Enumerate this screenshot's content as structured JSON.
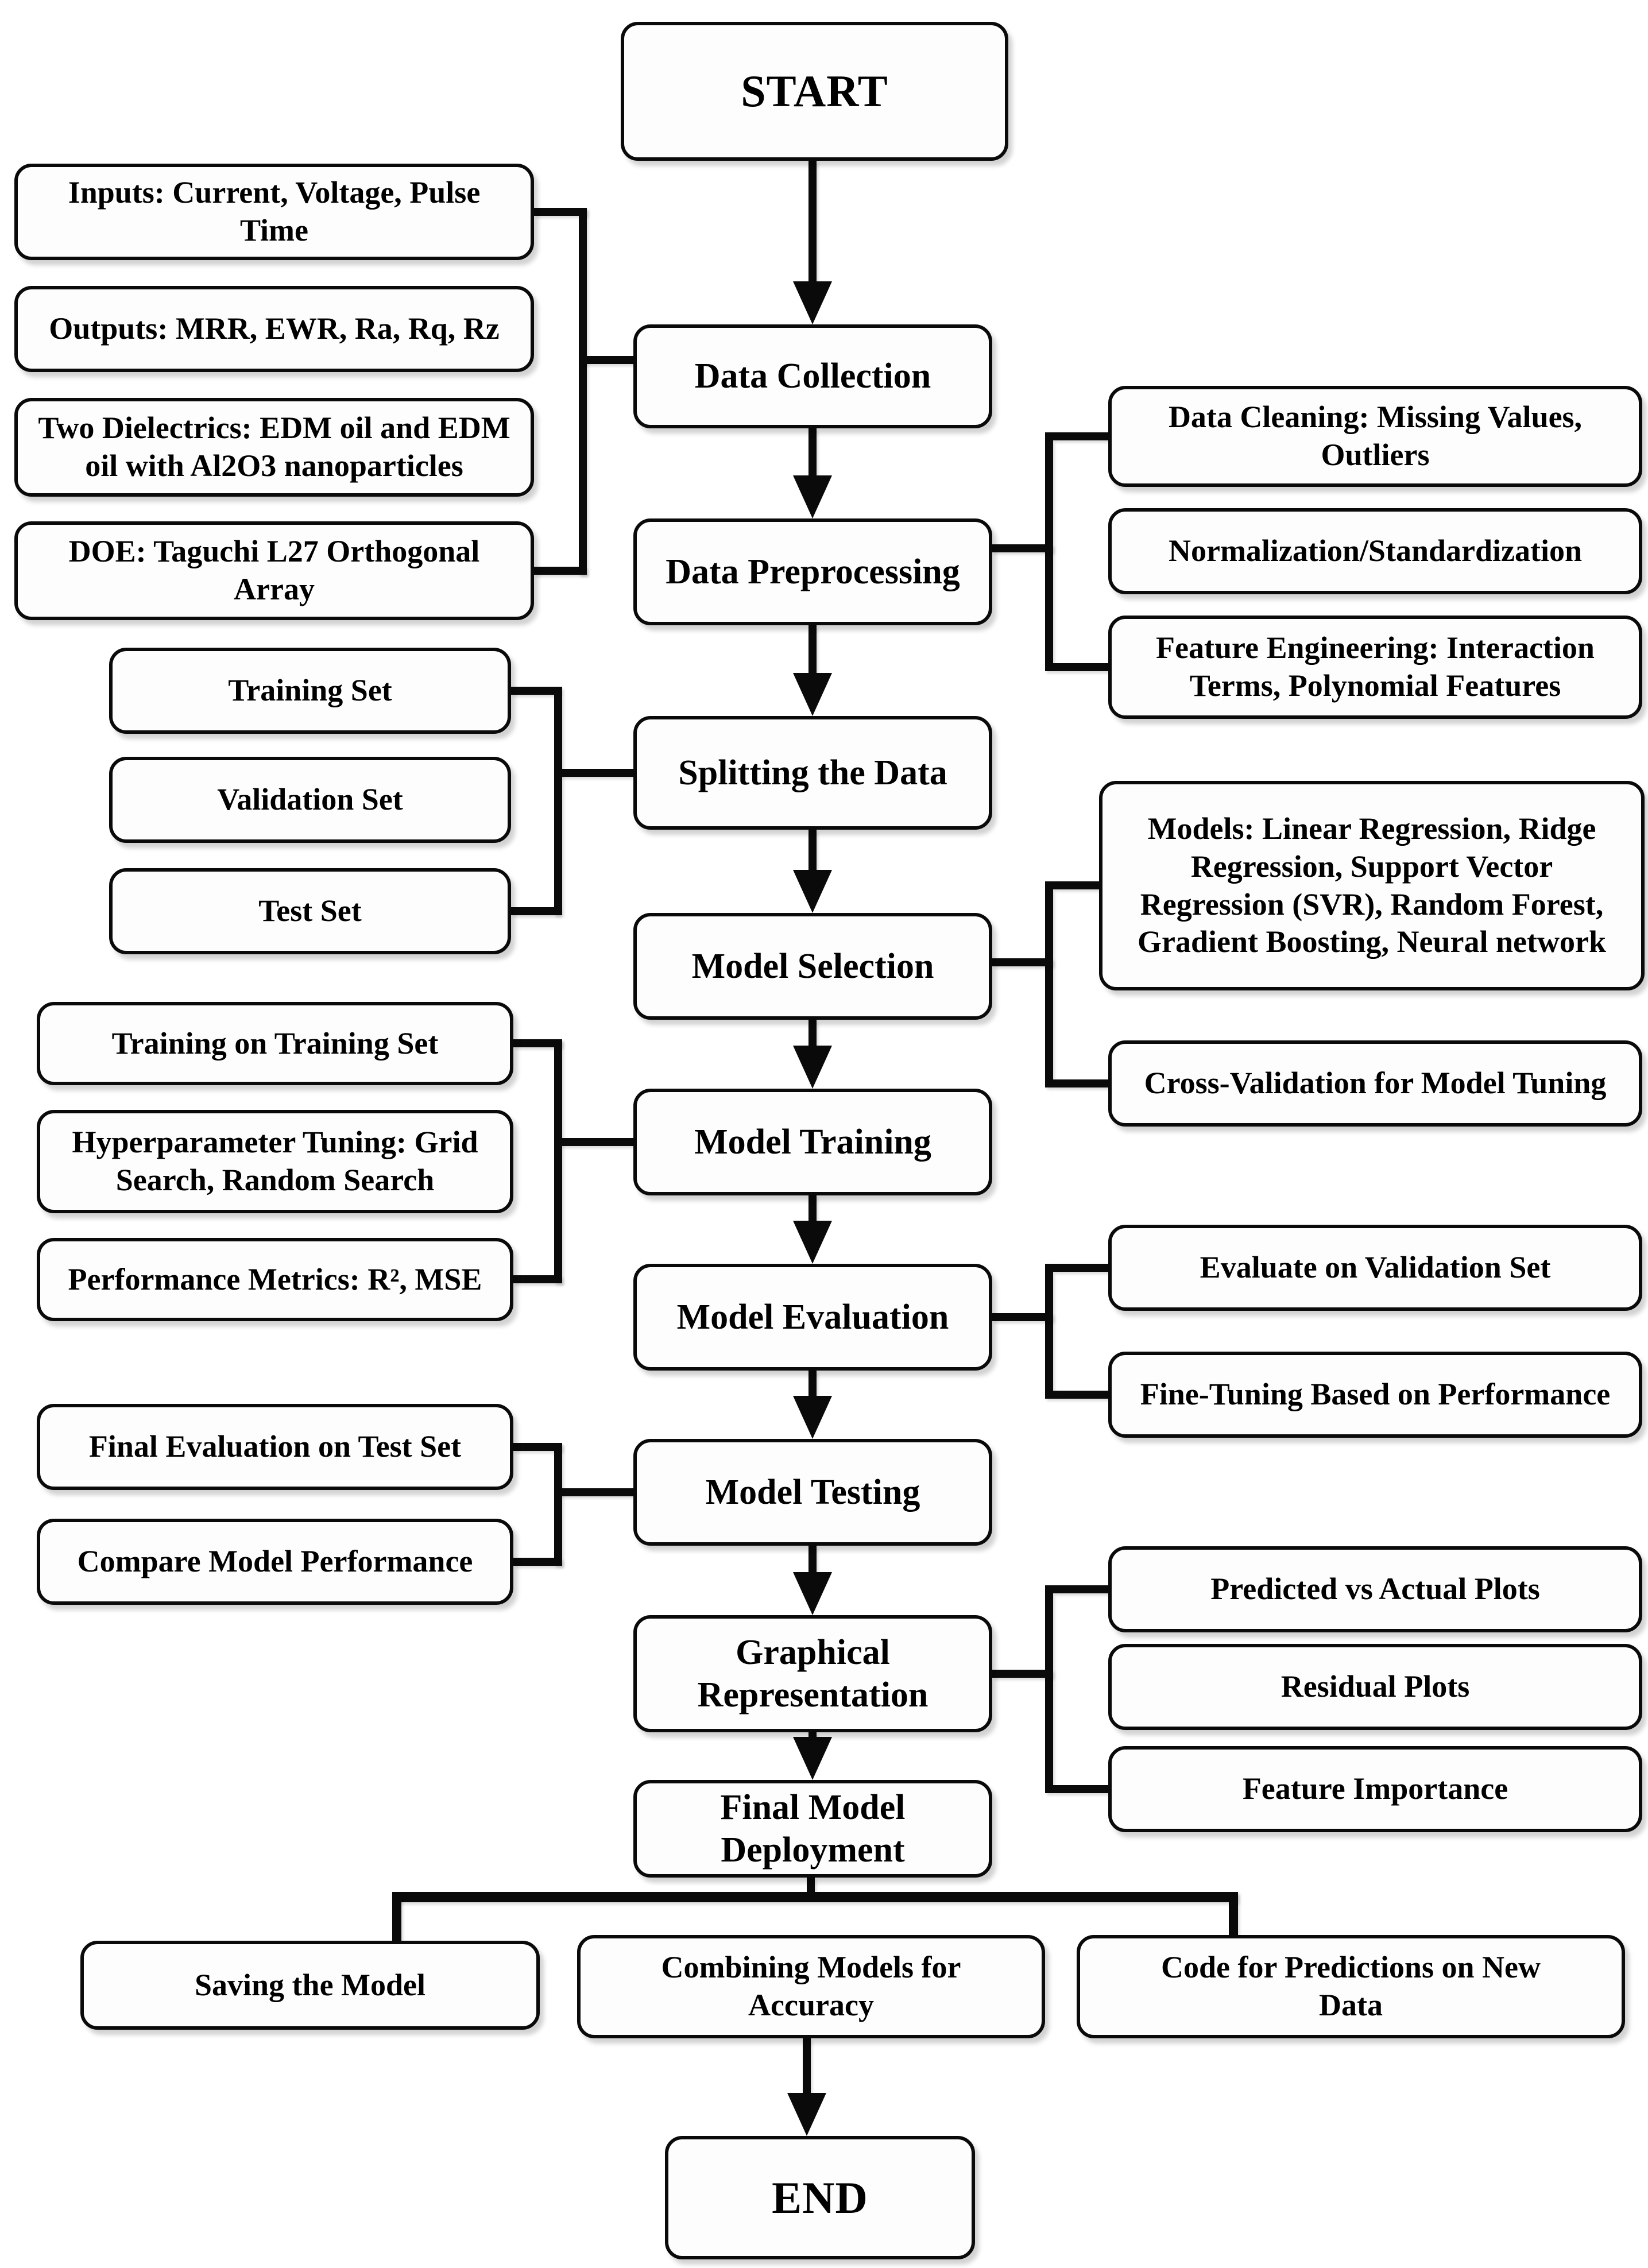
{
  "colors": {
    "background": "#ffffff",
    "box_fill": "#fdfdfd",
    "box_border": "#0a0a0a",
    "connector": "#0a0a0a"
  },
  "flow": {
    "start": "START",
    "end": "END",
    "steps": {
      "data_collection": "Data Collection",
      "data_preprocessing": "Data Preprocessing",
      "splitting_the_data": "Splitting the Data",
      "model_selection": "Model Selection",
      "model_training": "Model Training",
      "model_evaluation": "Model Evaluation",
      "model_testing": "Model Testing",
      "graphical_representation": "Graphical Representation",
      "final_model_deployment": "Final Model Deployment"
    }
  },
  "side_groups": {
    "data_collection_inputs": {
      "attaches_to": "Data Collection",
      "side": "left",
      "items": [
        "Inputs: Current, Voltage, Pulse Time",
        "Outputs: MRR, EWR, Ra, Rq, Rz",
        "Two Dielectrics: EDM oil and EDM oil with Al2O3 nanoparticles",
        "DOE: Taguchi L27 Orthogonal Array"
      ]
    },
    "data_preprocessing_details": {
      "attaches_to": "Data Preprocessing",
      "side": "right",
      "items": [
        "Data Cleaning: Missing Values, Outliers",
        "Normalization/Standardization",
        "Feature Engineering: Interaction Terms, Polynomial Features"
      ]
    },
    "splitting_sets": {
      "attaches_to": "Splitting the Data",
      "side": "left",
      "items": [
        "Training Set",
        "Validation Set",
        "Test Set"
      ]
    },
    "model_selection_details": {
      "attaches_to": "Model Selection",
      "side": "right",
      "items": [
        "Models: Linear Regression, Ridge Regression, Support Vector Regression (SVR), Random Forest, Gradient Boosting, Neural network",
        "Cross-Validation for Model Tuning"
      ]
    },
    "model_training_details": {
      "attaches_to": "Model Training",
      "side": "left",
      "items": [
        "Training on Training Set",
        "Hyperparameter Tuning: Grid Search, Random Search",
        "Performance Metrics: R², MSE"
      ]
    },
    "model_evaluation_details": {
      "attaches_to": "Model Evaluation",
      "side": "right",
      "items": [
        "Evaluate on Validation Set",
        "Fine-Tuning Based on Performance"
      ]
    },
    "model_testing_details": {
      "attaches_to": "Model Testing",
      "side": "left",
      "items": [
        "Final Evaluation on Test Set",
        "Compare Model Performance"
      ]
    },
    "graphical_outputs": {
      "attaches_to": "Graphical Representation",
      "side": "right",
      "items": [
        "Predicted vs Actual Plots",
        "Residual Plots",
        "Feature Importance"
      ]
    },
    "deployment_outputs": {
      "attaches_to": "Final Model Deployment",
      "side": "bottom",
      "items": [
        "Saving the Model",
        "Combining Models for Accuracy",
        "Code for Predictions on New Data"
      ]
    }
  }
}
